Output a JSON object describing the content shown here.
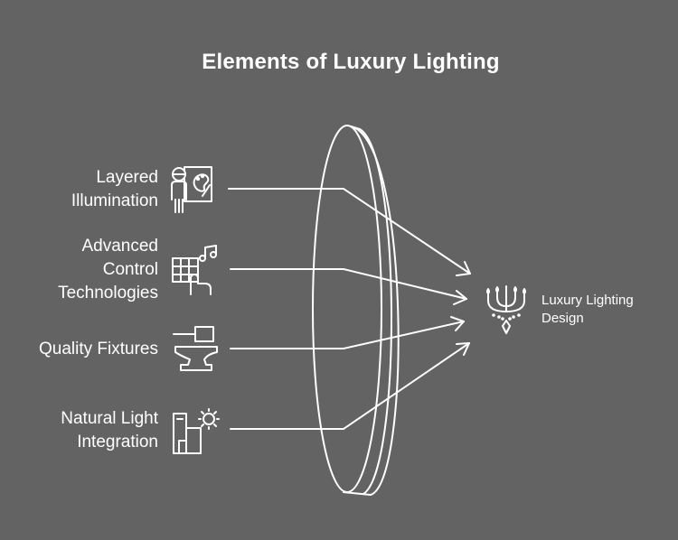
{
  "title": "Elements of Luxury Lighting",
  "inputs": [
    {
      "line1": "Layered",
      "line2": "Illumination",
      "icon": "person-with-palette-icon"
    },
    {
      "line1": "Advanced",
      "line2": "Control",
      "line3": "Technologies",
      "icon": "touch-grid-music-icon"
    },
    {
      "line1": "Quality Fixtures",
      "icon": "hammer-anvil-icon"
    },
    {
      "line1": "Natural Light",
      "line2": "Integration",
      "icon": "building-sun-icon"
    }
  ],
  "output": {
    "line1": "Luxury Lighting",
    "line2": "Design",
    "icon": "chandelier-icon"
  },
  "colors": {
    "background": "#636363",
    "stroke": "#ffffff",
    "text": "#ffffff"
  }
}
